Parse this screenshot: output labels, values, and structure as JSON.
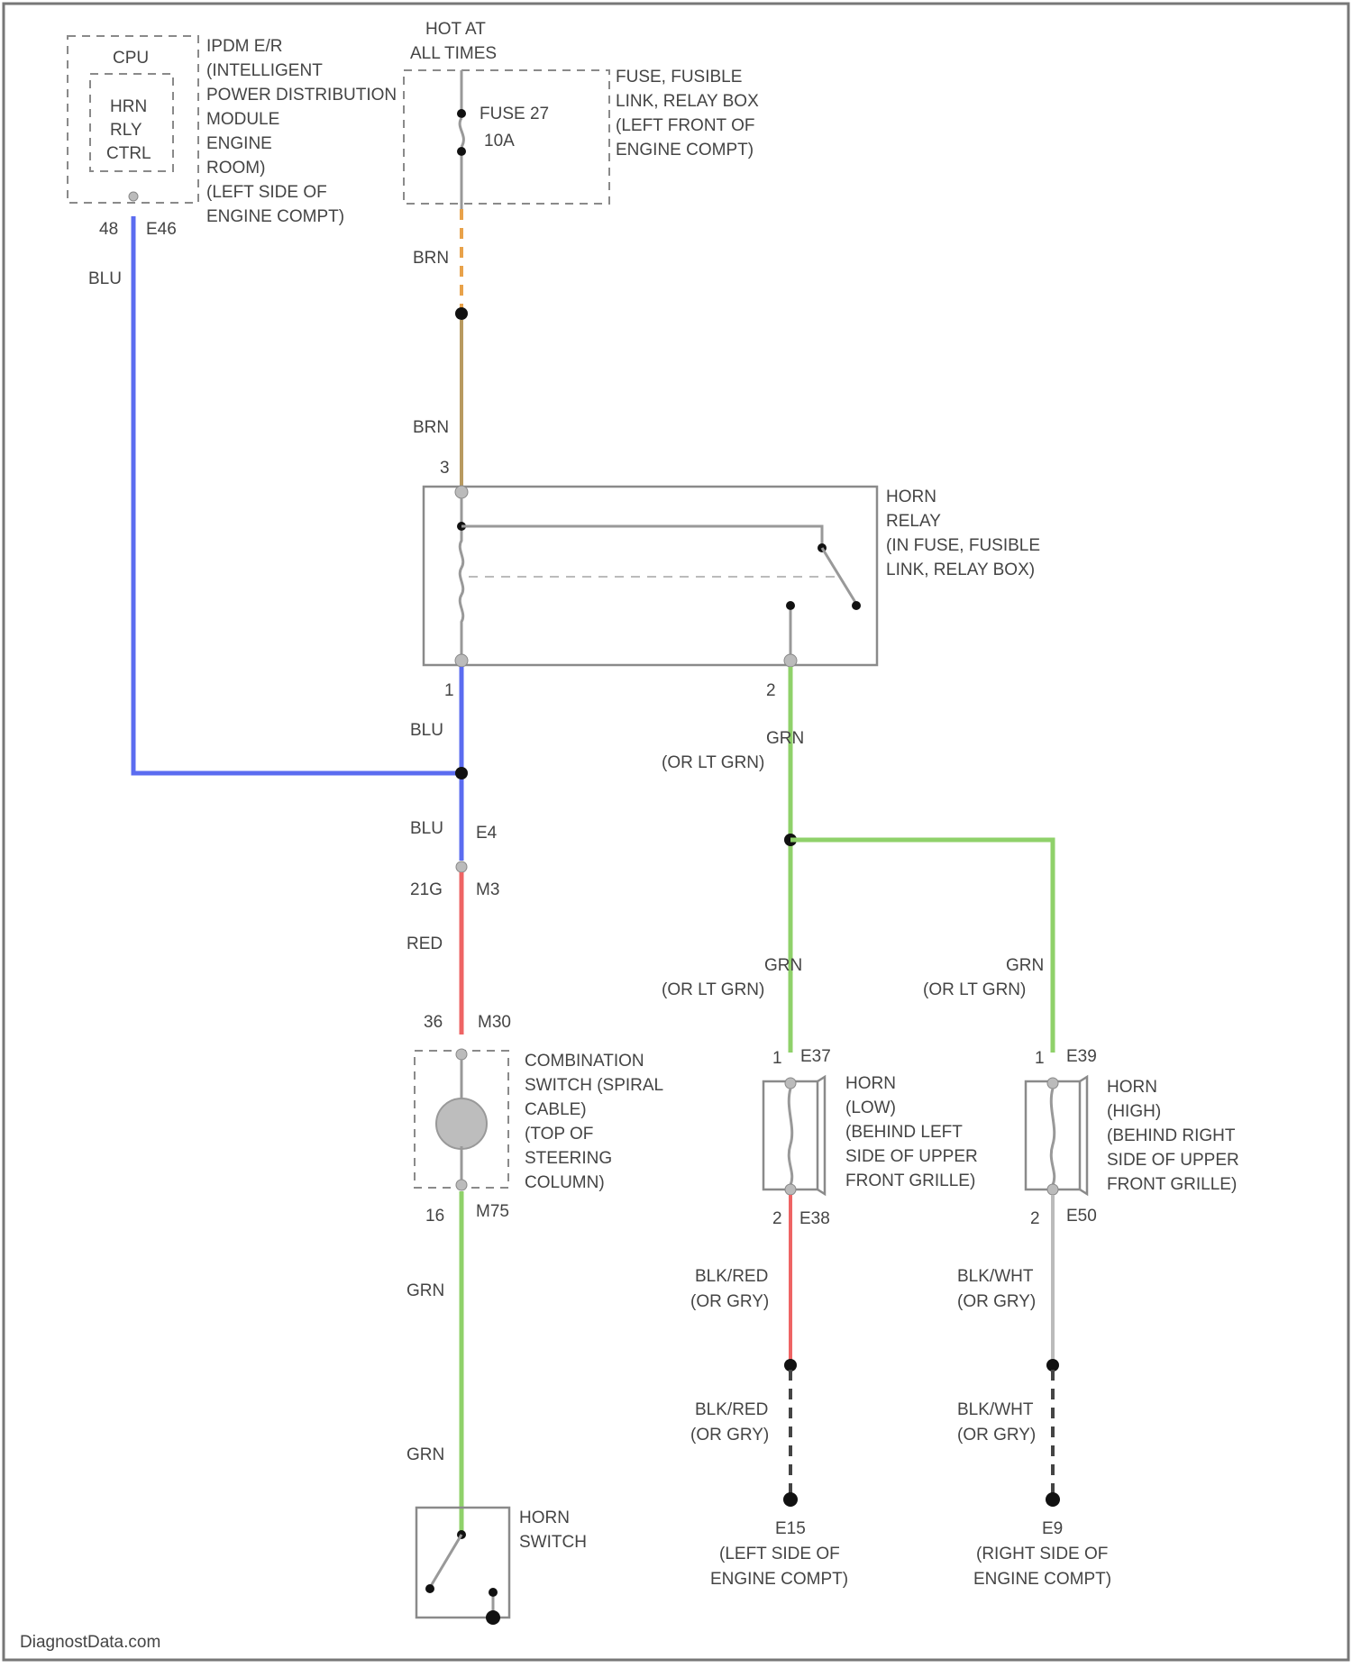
{
  "colors": {
    "wire_blue": "#5b6cf0",
    "wire_brown": "#b89a60",
    "wire_green": "#8fd16a",
    "wire_red": "#ee6464",
    "wire_orange": "#e8a24a",
    "outline": "#8a8a8a"
  },
  "ipdm": {
    "cpu": "CPU",
    "ctrl": [
      "HRN",
      "RLY",
      "CTRL"
    ],
    "label": [
      "IPDM E/R",
      "(INTELLIGENT",
      "POWER DISTRIBUTION",
      "MODULE",
      "ENGINE",
      "ROOM)",
      "(LEFT SIDE OF",
      "ENGINE COMPT)"
    ],
    "pin": "48",
    "connector": "E46",
    "wire": "BLU"
  },
  "power": {
    "hot": [
      "HOT AT",
      "ALL TIMES"
    ],
    "fuse": [
      "FUSE 27",
      "10A"
    ],
    "box_label": [
      "FUSE, FUSIBLE",
      "LINK, RELAY BOX",
      "(LEFT FRONT OF",
      "ENGINE COMPT)"
    ],
    "wire_upper": "BRN",
    "wire_lower": "BRN"
  },
  "relay": {
    "label": [
      "HORN",
      "RELAY",
      "(IN FUSE, FUSIBLE",
      "LINK, RELAY BOX)"
    ],
    "pin_top": "3",
    "pin_left": "1",
    "pin_right": "2"
  },
  "left_branch": {
    "wire1": "BLU",
    "wire2": "BLU",
    "conn_e": "E4",
    "pin_a": "21G",
    "conn_m": "M3",
    "wire_red": "RED",
    "pin_b": "36",
    "conn_m30": "M30",
    "combo_label": [
      "COMBINATION",
      "SWITCH (SPIRAL",
      "CABLE)",
      "(TOP OF",
      "STEERING",
      "COLUMN)"
    ],
    "pin_c": "16",
    "conn_m75": "M75",
    "wire_grn1": "GRN",
    "wire_grn2": "GRN",
    "switch_label": [
      "HORN",
      "SWITCH"
    ]
  },
  "right_branch": {
    "wire_main": [
      "GRN",
      "(OR LT GRN)"
    ],
    "wire_low": [
      "GRN",
      "(OR LT GRN)"
    ],
    "wire_high": [
      "GRN",
      "(OR LT GRN)"
    ],
    "low_pin_top": "1",
    "low_conn_top": "E37",
    "low_label": [
      "HORN",
      "(LOW)",
      "(BEHIND LEFT",
      "SIDE OF UPPER",
      "FRONT GRILLE)"
    ],
    "low_pin_bot": "2",
    "low_conn_bot": "E38",
    "low_wire1": [
      "BLK/RED",
      "(OR GRY)"
    ],
    "low_wire2": [
      "BLK/RED",
      "(OR GRY)"
    ],
    "low_ground": [
      "E15",
      "(LEFT SIDE OF",
      "ENGINE COMPT)"
    ],
    "high_pin_top": "1",
    "high_conn_top": "E39",
    "high_label": [
      "HORN",
      "(HIGH)",
      "(BEHIND RIGHT",
      "SIDE OF UPPER",
      "FRONT GRILLE)"
    ],
    "high_pin_bot": "2",
    "high_conn_bot": "E50",
    "high_wire1": [
      "BLK/WHT",
      "(OR GRY)"
    ],
    "high_wire2": [
      "BLK/WHT",
      "(OR GRY)"
    ],
    "high_ground": [
      "E9",
      "(RIGHT SIDE OF",
      "ENGINE COMPT)"
    ]
  },
  "watermark": "DiagnostData.com"
}
